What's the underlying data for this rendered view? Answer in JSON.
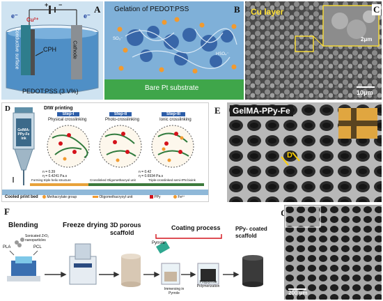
{
  "panels": {
    "a": {
      "label": "A",
      "electrode_left": "Conductive surface",
      "electrode_right": "Cathode",
      "cph": "CPH",
      "electron": "e⁻",
      "cu_ion": "Cu²⁺",
      "solution": "PEDOT:PSS (3 V%)",
      "plus": "+",
      "minus": "−"
    },
    "b": {
      "label": "B",
      "title": "Gelation of PEDOT:PSS",
      "substrate": "Bare Pt substrate",
      "ion_sulfonate": "SO₃⁻",
      "ion_hso": "HSO₄⁻"
    },
    "c": {
      "label": "C",
      "tag": "Cu layer",
      "scale_main": "10μm",
      "scale_inset": "2μm"
    },
    "d": {
      "label": "D",
      "heading": "DIW printing",
      "nozzle": "GelMA-PPy-Fe ink",
      "step1": "Step-I",
      "step1_desc": "Physical crosslinking",
      "step2": "Step-II",
      "step2_desc": "Photo-crosslinking",
      "step3": "Step-III",
      "step3_desc": "Ionic crosslinking",
      "params_left": "n = 0.39\nη = 0.4241 Pa.s",
      "params_right": "n = 0.42\nη = 0.6934 Pa.s",
      "stage1": "Forming triple helix structure",
      "stage2": "Crosslinked Oligomethacryol unit",
      "stage3": "Triple-crosslinked semi-IPN bioink",
      "bed": "Cooled print bed",
      "legend1": "Methacrylate group",
      "legend2": "Oligomethacryoyl unit",
      "legend3": "PPy",
      "legend4": "Fe³⁺"
    },
    "e": {
      "label": "E",
      "tag": "GelMA-PPy-Fe",
      "pore_marker": "D"
    },
    "f": {
      "label": "F",
      "blending": "Blending",
      "sonicated": "Sonicated ZrO₂ nanoparticles",
      "pla": "PLA",
      "pcl": "PCL",
      "freeze": "Freeze drying",
      "porous": "3D porous scaffold",
      "immersing": "Immersing in Pyrrole",
      "pyrrole": "Pyrrole",
      "coating": "Coating process",
      "polymerization": "Polypyrrole Polymerization",
      "coated": "PPy- coated scaffold"
    },
    "g": {
      "label": "G",
      "scale": "200 μm"
    }
  },
  "colors": {
    "b_bg": "#7fb0d8",
    "b_substrate": "#3fa64a",
    "c_tag": "#ffe033",
    "ppy": "#d4121b",
    "fe": "#f29a2e",
    "step_bar": "#2c5da8"
  }
}
